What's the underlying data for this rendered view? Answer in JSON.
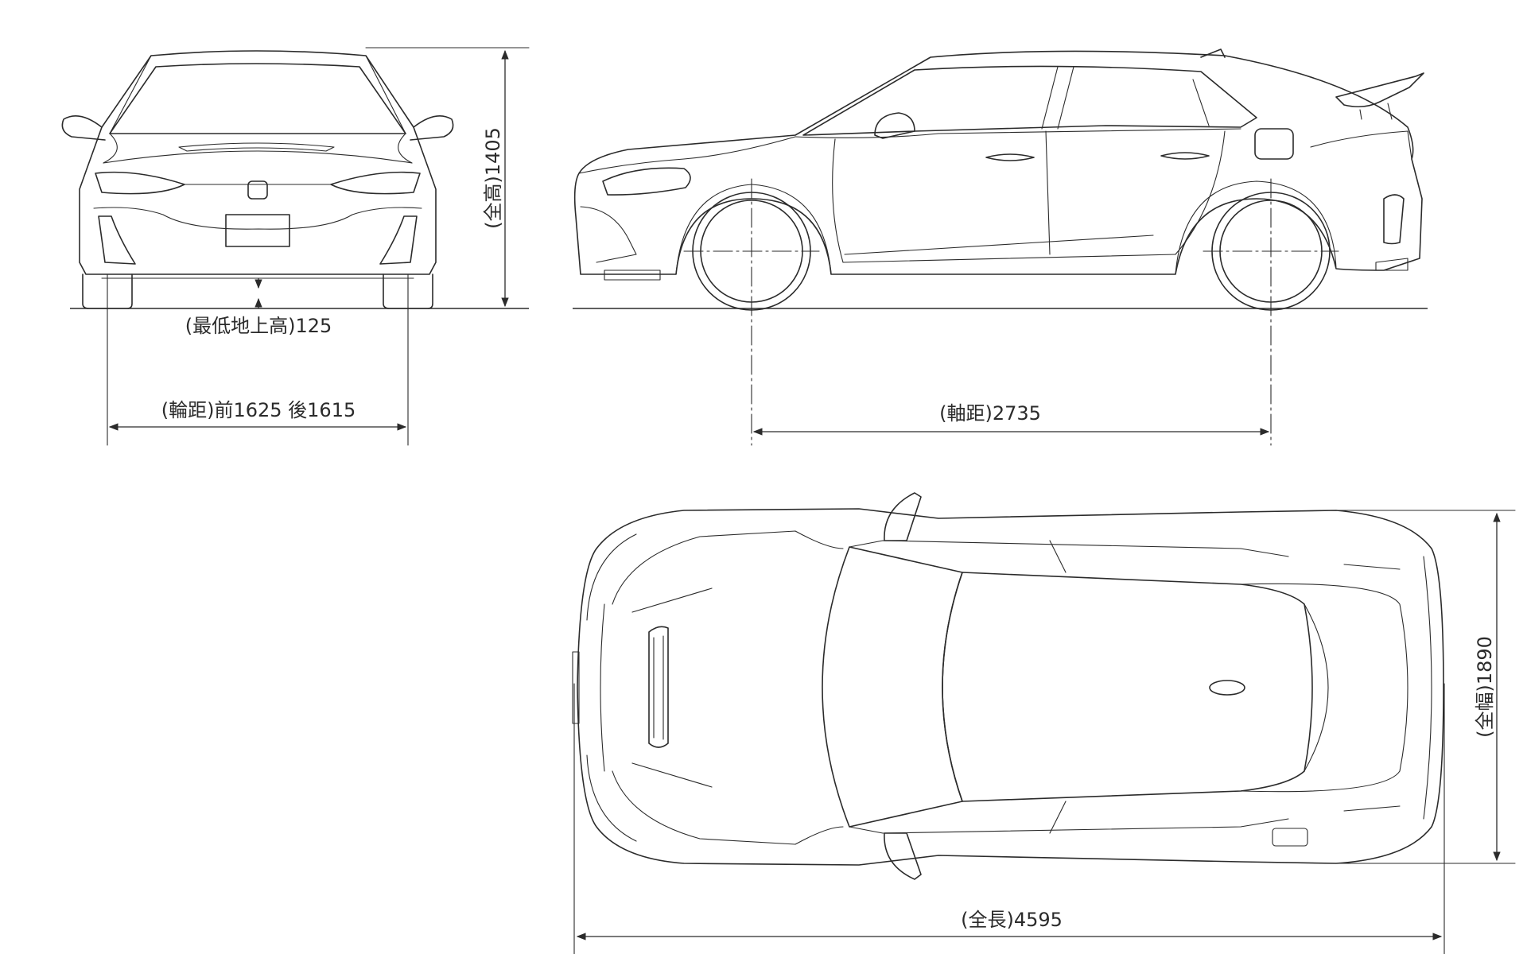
{
  "dimensions": {
    "ground_clearance": "(最低地上高)125",
    "tread": "(輪距)前1625 後1615",
    "wheelbase": "(軸距)2735",
    "overall_height": "(全高)1405",
    "overall_width": "(全幅)1890",
    "overall_length": "(全長)4595"
  },
  "colors": {
    "line": "#2b2b2b",
    "background": "#ffffff"
  }
}
